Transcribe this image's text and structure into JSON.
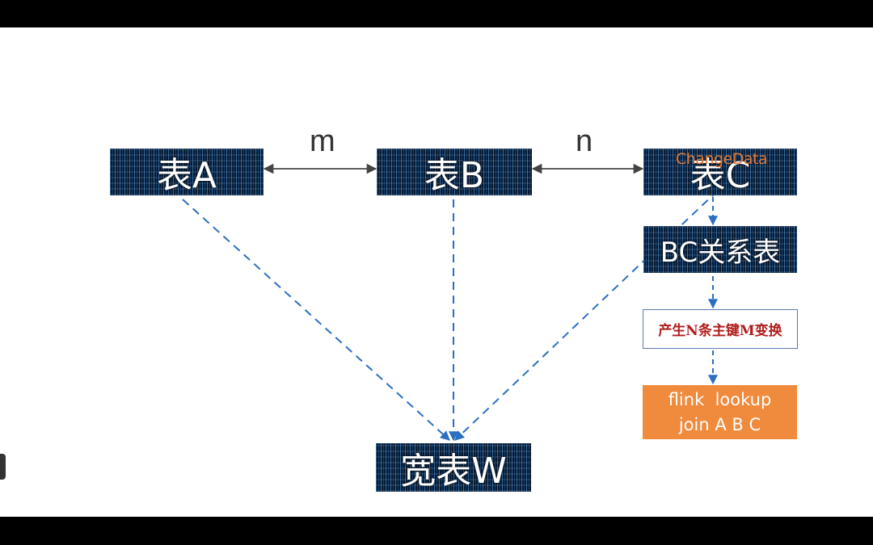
{
  "nodes": {
    "table_a": "表A",
    "table_b": "表B",
    "table_c": "表C",
    "bc_relation": "BC关系表",
    "wide_table": "宽表W"
  },
  "relations": {
    "ab": "m",
    "bc": "n"
  },
  "annotation": {
    "change_data": "ChangeData"
  },
  "steps": {
    "transform": "产生N条主键M变换",
    "join_line1": "flink  lookup",
    "join_line2": "join A B C"
  },
  "colors": {
    "dashed_line": "#2a6fc1",
    "arrow": "#444444",
    "change_data": "#e07b39",
    "transform_text": "#b01c1c",
    "join_box": "#f08a3c"
  }
}
